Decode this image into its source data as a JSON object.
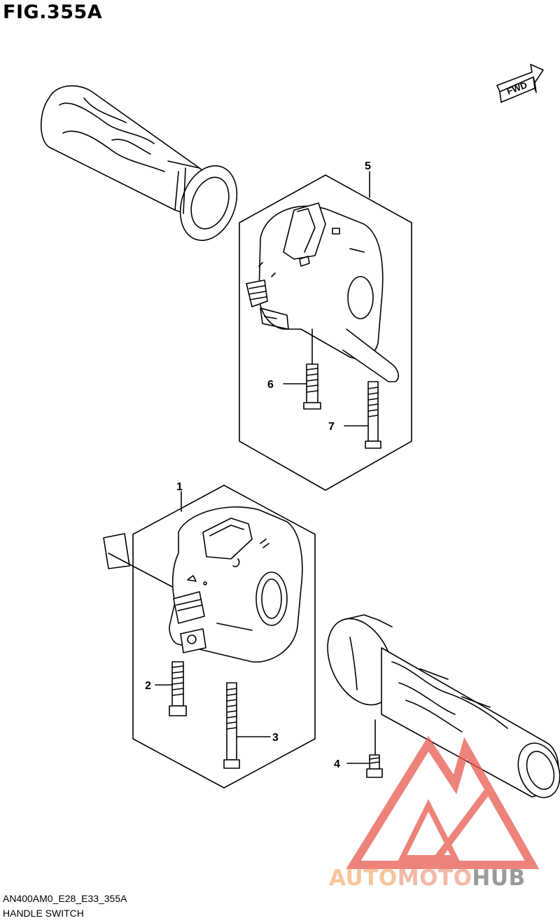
{
  "figure": {
    "title": "FIG.355A",
    "code": "AN400AM0_E28_E33_355A",
    "name": "HANDLE SWITCH"
  },
  "fwd_label": "FWD",
  "callouts": [
    "1",
    "2",
    "3",
    "4",
    "5",
    "6",
    "7"
  ],
  "watermark": {
    "part1": "AUTO",
    "part2": "MOTO",
    "part3": "HUB",
    "colors": {
      "triangle": "#e85a4f",
      "auto": "#f6c59a",
      "moto": "#f3b8a6",
      "hub": "#9a9a9a"
    }
  }
}
